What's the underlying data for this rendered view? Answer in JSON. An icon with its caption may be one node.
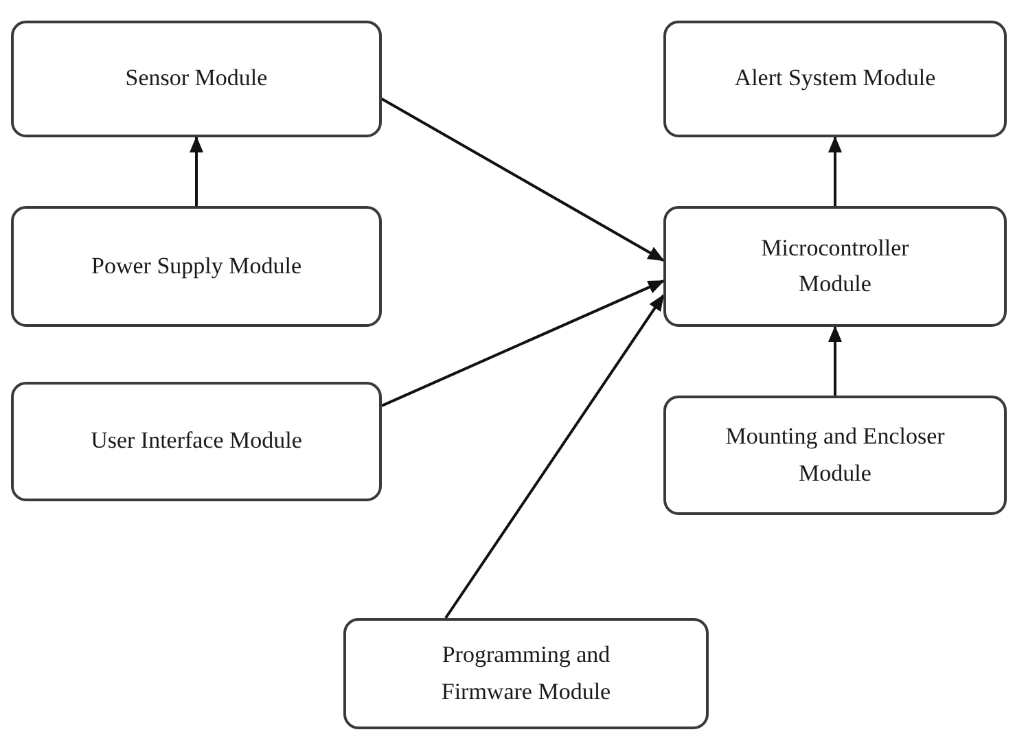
{
  "diagram": {
    "nodes": [
      {
        "text": [
          "Sensor Module"
        ]
      },
      {
        "text": [
          "Alert System Module"
        ]
      },
      {
        "text": [
          "Power Supply Module"
        ]
      },
      {
        "text": [
          "Microcontroller Module"
        ]
      },
      {
        "text": [
          "User Interface Module"
        ]
      },
      {
        "text": [
          "Mounting and Encloser Module"
        ]
      },
      {
        "text": [
          "Programming and Firmware Module"
        ]
      }
    ],
    "edges": [
      {
        "from": 2,
        "to": 0,
        "arrow": "to"
      },
      {
        "from": 0,
        "to": 3,
        "arrow": "to"
      },
      {
        "from": 4,
        "to": 3,
        "arrow": "to"
      },
      {
        "from": 6,
        "to": 3,
        "arrow": "to"
      },
      {
        "from": 3,
        "to": 1,
        "arrow": "to"
      },
      {
        "from": 5,
        "to": 3,
        "arrow": "to"
      }
    ]
  }
}
